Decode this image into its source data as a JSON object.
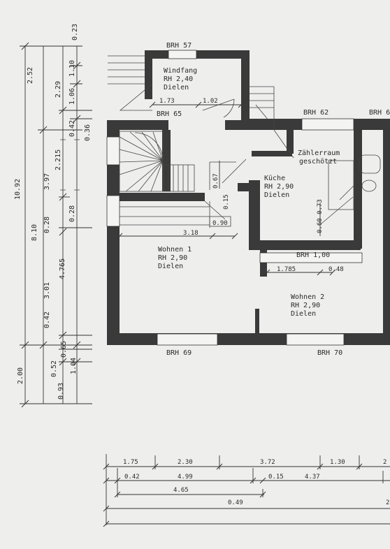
{
  "rooms": {
    "windfang": {
      "name": "Windfang",
      "height": "RH 2,40",
      "floor": "Dielen"
    },
    "zaehlerraum": {
      "name_line1": "Zählerraum",
      "name_line2": "geschötzt"
    },
    "kueche": {
      "name": "Küche",
      "height": "RH 2,90",
      "floor": "Dielen"
    },
    "wohnen1": {
      "name": "Wohnen 1",
      "height": "RH 2,90",
      "floor": "Dielen"
    },
    "wohnen2": {
      "name": "Wohnen 2",
      "height": "RH 2,90",
      "floor": "Dielen"
    }
  },
  "parapets": {
    "brh57": "BRH 57",
    "brh65": "BRH 65",
    "brh62": "BRH 62",
    "brh62_cut": "BRH 6",
    "brh100": "BRH 1,00",
    "brh69": "BRH 69",
    "brh70": "BRH 70"
  },
  "interior_dims": {
    "d173": "1.73",
    "d102": "1.02",
    "d067": "0.67",
    "d015": "0.15",
    "d318": "3.18",
    "d090": "0.90",
    "d06073": "0.60 0.73",
    "d1785": "1.785",
    "d048": "0.48"
  },
  "left_dims": {
    "total": "10.92",
    "a252": "2.52",
    "a810": "8.10",
    "a200": "2.00",
    "b397": "3.97",
    "b028": "0.28",
    "b301": "3.01",
    "b042": "0.42",
    "b052": "0.52",
    "b093": "0.93",
    "c229": "2.29",
    "c2215": "2.215",
    "c4765": "4.765",
    "c065": "0.65",
    "d110": "1.10",
    "d106": "1.06",
    "d042": "0.42",
    "d028": "0.28",
    "d104": "1.04",
    "e023": "0.23",
    "e036": "0.36"
  },
  "bottom_dims": {
    "r1": [
      "1.75",
      "2.30",
      "3.72",
      "1.30",
      "2"
    ],
    "r2": [
      "0.42",
      "4.99",
      "0.15",
      "4.37"
    ],
    "r3": [
      "4.65"
    ],
    "r4": [
      "0.49"
    ],
    "r5": [
      "2"
    ]
  }
}
